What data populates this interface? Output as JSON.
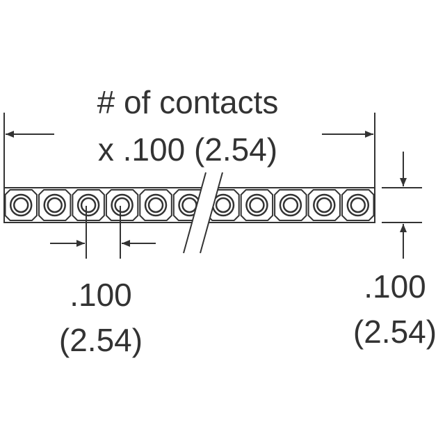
{
  "labels": {
    "length_line1": "# of contacts",
    "length_line2": "x .100 (2.54)",
    "pitch_inch": ".100",
    "pitch_mm": "(2.54)",
    "height_inch": ".100",
    "height_mm": "(2.54)"
  },
  "contacts": {
    "count": 11
  },
  "colors": {
    "ink": "#333333",
    "background": "#ffffff"
  }
}
